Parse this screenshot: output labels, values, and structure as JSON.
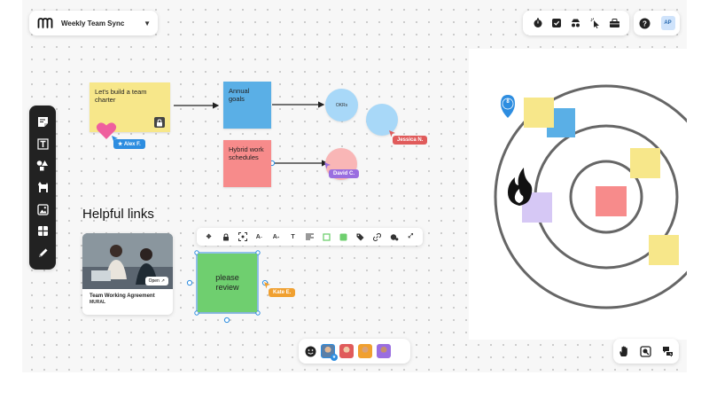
{
  "board": {
    "title": "Weekly Team Sync"
  },
  "header": {
    "user_initials": "AP"
  },
  "stickies": [
    {
      "text": "Let's build a team charter",
      "color": "#f7e78a"
    },
    {
      "text": "Annual goals",
      "color": "#5aafe6"
    },
    {
      "text": "Hybrid work schedules",
      "color": "#f78b8b"
    },
    {
      "text": "please review",
      "color": "#6fcf6f"
    }
  ],
  "circles": [
    {
      "text": "OKRs",
      "color": "#a8d8f8"
    }
  ],
  "collaborators": [
    {
      "name": "Alex F.",
      "color": "#2d8de0"
    },
    {
      "name": "Jessica N.",
      "color": "#e05b5b"
    },
    {
      "name": "David C.",
      "color": "#9a6ee0"
    },
    {
      "name": "Kate E.",
      "color": "#f0a030"
    }
  ],
  "section_heading": "Helpful links",
  "link_card": {
    "title": "Team Working Agreement",
    "source": "MURAL",
    "open_label": "Open"
  },
  "target": {
    "badge_count": "8"
  },
  "colors": {
    "accent": "#2d8de0",
    "toolbar_dark": "#222222"
  },
  "icons": {
    "top_tools": [
      "timer-icon",
      "checkbox-icon",
      "incognito-icon",
      "cursor-click-icon",
      "toolbox-icon"
    ],
    "left_tools": [
      "sticky-note-icon",
      "text-box-icon",
      "shapes-icon",
      "template-icon",
      "image-icon",
      "grid-icon",
      "pen-icon"
    ],
    "bottom_right": [
      "hand-icon",
      "zoom-icon",
      "comments-icon"
    ]
  }
}
